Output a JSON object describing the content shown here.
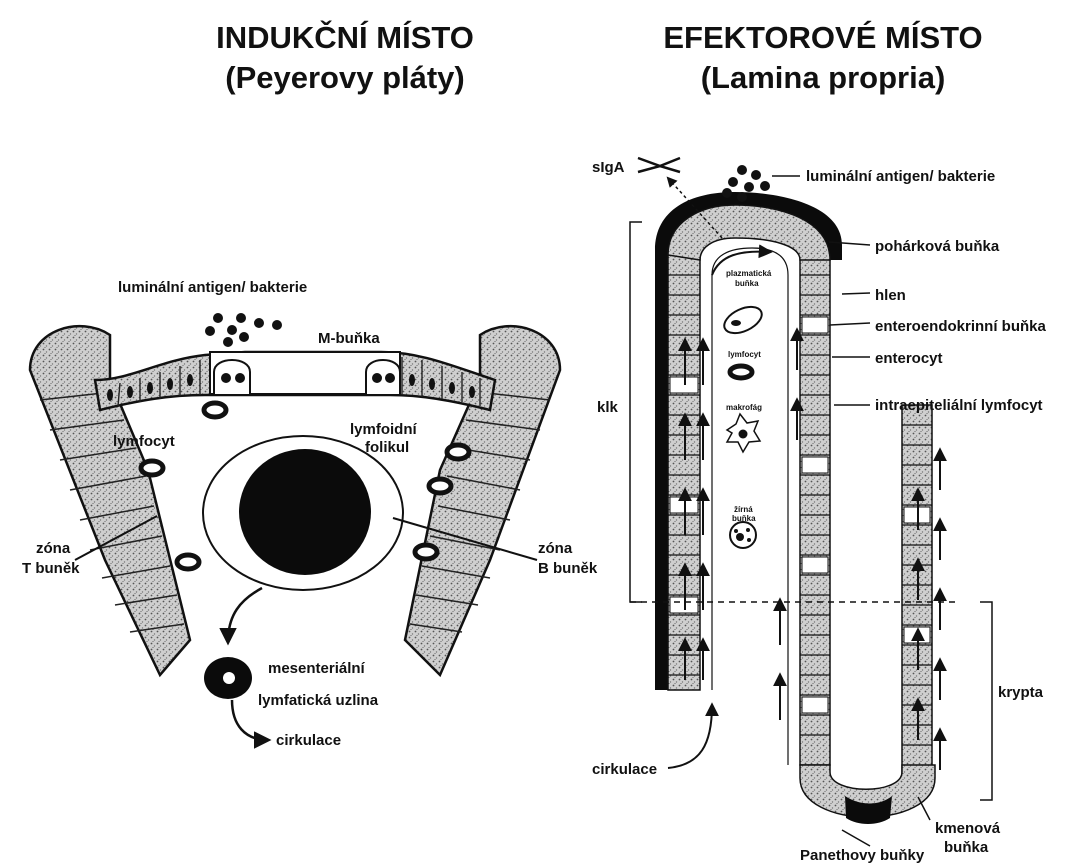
{
  "left_panel": {
    "title_line1": "INDUKČNÍ MÍSTO",
    "title_line2": "(Peyerovy pláty)",
    "labels": {
      "luminal": "luminální antigen/ bakterie",
      "mcell": "M-buňka",
      "lymphocyte": "lymfocyt",
      "follicle_1": "lymfoidní",
      "follicle_2": "folikul",
      "tzone_1": "zóna",
      "tzone_2": "T buněk",
      "bzone_1": "zóna",
      "bzone_2": "B buněk",
      "node_1": "mesenteriální",
      "node_2": "lymfatická uzlina",
      "circulation": "cirkulace"
    }
  },
  "right_panel": {
    "title_line1": "EFEKTOROVÉ MÍSTO",
    "title_line2": "(Lamina propria)",
    "labels": {
      "siga": "sIgA",
      "luminal": "luminální antigen/ bakterie",
      "goblet": "pohárková buňka",
      "mucus": "hlen",
      "enteroendocrine": "enteroendokrinní buňka",
      "enterocyte": "enterocyt",
      "iel": "intraepiteliální lymfocyt",
      "villus": "klk",
      "plasma_1": "plazmatická",
      "plasma_2": "buňka",
      "lymphocyte": "lymfocyt",
      "macrophage": "makrofág",
      "mast_1": "žírná",
      "mast_2": "buňka",
      "crypt": "krypta",
      "circulation": "cirkulace",
      "stem_1": "kmenová",
      "stem_2": "buňka",
      "paneth": "Panethovy buňky"
    }
  }
}
